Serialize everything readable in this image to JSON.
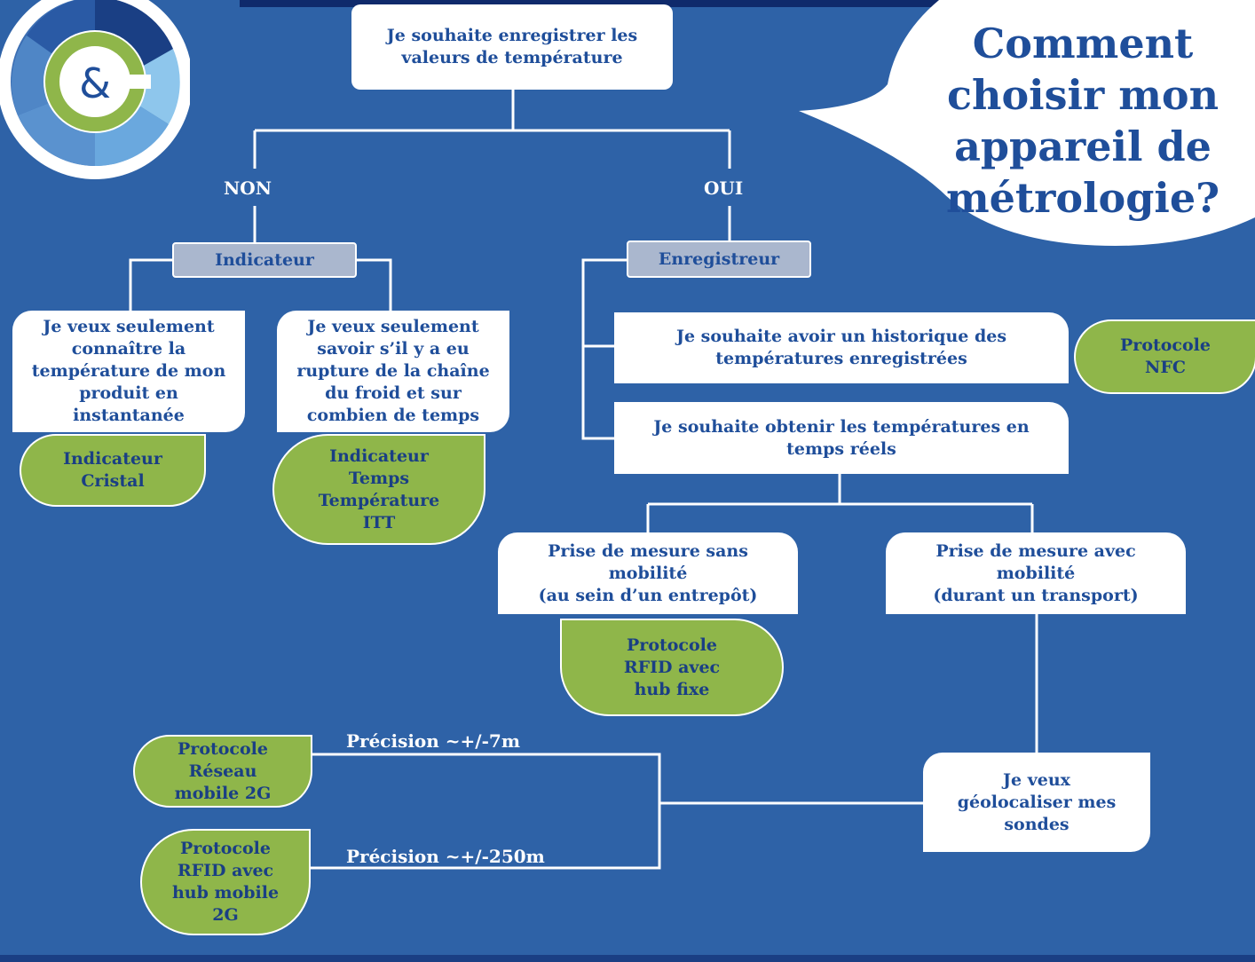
{
  "title": "Comment\nchoisir mon\nappareil de\nmétrologie?",
  "logo_symbol": "&",
  "colors": {
    "background": "#2e62a7",
    "box_text": "#1f4e9a",
    "result_green": "#8fb64a",
    "category_gray": "#aab7ce",
    "connector": "#ffffff"
  },
  "nodes": {
    "root": "Je souhaite enregistrer les\nvaleurs de température",
    "no_label": "NON",
    "yes_label": "OUI",
    "indicateur": "Indicateur",
    "enregistreur": "Enregistreur",
    "instant": "Je veux seulement\nconnaître la\ntempérature de mon\nproduit en\ninstantanée",
    "rupture": "Je veux seulement\nsavoir s’il y a eu\nrupture de la chaîne\ndu froid et sur\ncombien de temps",
    "historique": "Je souhaite avoir un historique des\ntempératures enregistrées",
    "temps_reel": "Je souhaite obtenir les températures en\ntemps réels",
    "sans_mobilite": "Prise de mesure sans\nmobilité\n(au sein d’un entrepôt)",
    "avec_mobilite": "Prise de mesure avec\nmobilité\n(durant un transport)",
    "geoloc": "Je veux\ngéolocaliser mes\nsondes"
  },
  "results": {
    "cristal": "Indicateur\nCristal",
    "itt": "Indicateur\nTemps\nTempérature\nITT",
    "nfc": "Protocole\nNFC",
    "rfid_fixe": "Protocole\nRFID avec\nhub fixe",
    "reseau_2g": "Protocole\nRéseau\nmobile 2G",
    "rfid_mobile": "Protocole\nRFID avec\nhub mobile\n2G"
  },
  "precision": {
    "p7": "Précision ~+/-7m",
    "p250": "Précision ~+/-250m"
  }
}
